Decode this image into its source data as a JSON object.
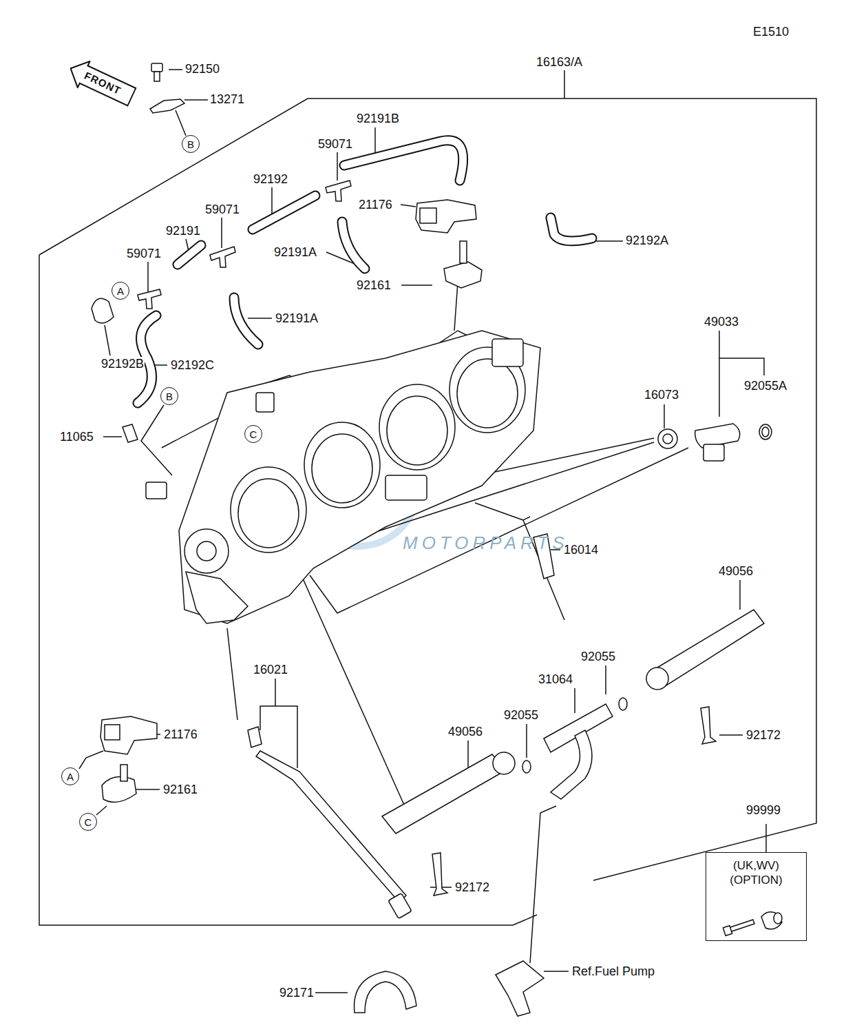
{
  "diagram": {
    "nodes": [
      {
        "text": [
          "FRONT"
        ]
      },
      {
        "text": [
          "B"
        ]
      },
      {
        "text": [
          "A"
        ]
      },
      {
        "text": [
          "B"
        ]
      },
      {
        "text": [
          "C"
        ]
      },
      {
        "text": [
          "A"
        ]
      },
      {
        "text": [
          "C"
        ]
      },
      {
        "text": [
          "99999",
          "(UK,WV) (OPTION)"
        ]
      }
    ],
    "labels": [
      "E1510",
      "16163/A",
      "92150",
      "13271",
      "92191B",
      "59071",
      "92192",
      "59071",
      "92191",
      "21176",
      "92192A",
      "92191A",
      "59071",
      "92161",
      "92192B",
      "92192C",
      "92191A",
      "11065",
      "49033",
      "92055A",
      "16073",
      "16014",
      "49056",
      "92055",
      "31064",
      "92172",
      "16021",
      "49056",
      "92055",
      "21176",
      "92161",
      "92172",
      "Ref.Fuel Pump",
      "92171",
      "MOTORPARTS"
    ]
  }
}
